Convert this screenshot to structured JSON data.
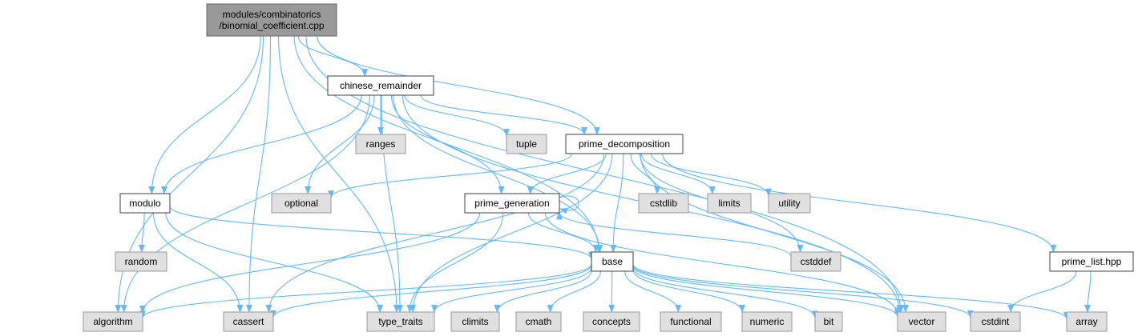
{
  "colors": {
    "root_fill": "#999999",
    "root_stroke": "#666666",
    "local_fill": "#ffffff",
    "local_stroke": "#404040",
    "system_fill": "#e0e0e0",
    "system_stroke": "#999999",
    "edge": "#63b8ff"
  },
  "nodes": [
    {
      "id": "root",
      "label_lines": [
        "modules/combinatorics",
        "/binomial_coefficient.cpp"
      ],
      "kind": "root"
    },
    {
      "id": "chinese_remainder",
      "label_lines": [
        "chinese_remainder"
      ],
      "kind": "local"
    },
    {
      "id": "prime_decomposition",
      "label_lines": [
        "prime_decomposition"
      ],
      "kind": "local"
    },
    {
      "id": "modulo",
      "label_lines": [
        "modulo"
      ],
      "kind": "local"
    },
    {
      "id": "prime_generation",
      "label_lines": [
        "prime_generation"
      ],
      "kind": "local"
    },
    {
      "id": "base",
      "label_lines": [
        "base"
      ],
      "kind": "local"
    },
    {
      "id": "prime_list",
      "label_lines": [
        "prime_list.hpp"
      ],
      "kind": "local"
    },
    {
      "id": "ranges",
      "label_lines": [
        "ranges"
      ],
      "kind": "system"
    },
    {
      "id": "tuple",
      "label_lines": [
        "tuple"
      ],
      "kind": "system"
    },
    {
      "id": "optional",
      "label_lines": [
        "optional"
      ],
      "kind": "system"
    },
    {
      "id": "cstdlib",
      "label_lines": [
        "cstdlib"
      ],
      "kind": "system"
    },
    {
      "id": "limits",
      "label_lines": [
        "limits"
      ],
      "kind": "system"
    },
    {
      "id": "utility",
      "label_lines": [
        "utility"
      ],
      "kind": "system"
    },
    {
      "id": "random",
      "label_lines": [
        "random"
      ],
      "kind": "system"
    },
    {
      "id": "cstddef",
      "label_lines": [
        "cstddef"
      ],
      "kind": "system"
    },
    {
      "id": "algorithm",
      "label_lines": [
        "algorithm"
      ],
      "kind": "system"
    },
    {
      "id": "cassert",
      "label_lines": [
        "cassert"
      ],
      "kind": "system"
    },
    {
      "id": "type_traits",
      "label_lines": [
        "type_traits"
      ],
      "kind": "system"
    },
    {
      "id": "climits",
      "label_lines": [
        "climits"
      ],
      "kind": "system"
    },
    {
      "id": "cmath",
      "label_lines": [
        "cmath"
      ],
      "kind": "system"
    },
    {
      "id": "concepts",
      "label_lines": [
        "concepts"
      ],
      "kind": "system"
    },
    {
      "id": "functional",
      "label_lines": [
        "functional"
      ],
      "kind": "system"
    },
    {
      "id": "numeric",
      "label_lines": [
        "numeric"
      ],
      "kind": "system"
    },
    {
      "id": "bit",
      "label_lines": [
        "bit"
      ],
      "kind": "system"
    },
    {
      "id": "vector",
      "label_lines": [
        "vector"
      ],
      "kind": "system"
    },
    {
      "id": "cstdint",
      "label_lines": [
        "cstdint"
      ],
      "kind": "system"
    },
    {
      "id": "array",
      "label_lines": [
        "array"
      ],
      "kind": "system"
    }
  ],
  "edges": [
    [
      "root",
      "chinese_remainder"
    ],
    [
      "root",
      "prime_decomposition"
    ],
    [
      "root",
      "modulo"
    ],
    [
      "root",
      "algorithm"
    ],
    [
      "root",
      "cassert"
    ],
    [
      "root",
      "type_traits"
    ],
    [
      "root",
      "vector"
    ],
    [
      "root",
      "base"
    ],
    [
      "chinese_remainder",
      "ranges"
    ],
    [
      "chinese_remainder",
      "tuple"
    ],
    [
      "chinese_remainder",
      "prime_decomposition"
    ],
    [
      "chinese_remainder",
      "optional"
    ],
    [
      "chinese_remainder",
      "prime_generation"
    ],
    [
      "chinese_remainder",
      "modulo"
    ],
    [
      "chinese_remainder",
      "base"
    ],
    [
      "chinese_remainder",
      "algorithm"
    ],
    [
      "chinese_remainder",
      "type_traits"
    ],
    [
      "chinese_remainder",
      "vector"
    ],
    [
      "prime_decomposition",
      "optional"
    ],
    [
      "prime_decomposition",
      "prime_generation"
    ],
    [
      "prime_decomposition",
      "base"
    ],
    [
      "prime_decomposition",
      "cstdlib"
    ],
    [
      "prime_decomposition",
      "limits"
    ],
    [
      "prime_decomposition",
      "utility"
    ],
    [
      "prime_decomposition",
      "cstddef"
    ],
    [
      "prime_decomposition",
      "vector"
    ],
    [
      "prime_decomposition",
      "prime_list"
    ],
    [
      "prime_decomposition",
      "cassert"
    ],
    [
      "prime_decomposition",
      "type_traits"
    ],
    [
      "modulo",
      "random"
    ],
    [
      "modulo",
      "base"
    ],
    [
      "modulo",
      "cassert"
    ],
    [
      "modulo",
      "type_traits"
    ],
    [
      "prime_generation",
      "prime_generation"
    ],
    [
      "prime_generation",
      "base"
    ],
    [
      "prime_generation",
      "algorithm"
    ],
    [
      "prime_generation",
      "type_traits"
    ],
    [
      "prime_generation",
      "vector"
    ],
    [
      "base",
      "algorithm"
    ],
    [
      "base",
      "cassert"
    ],
    [
      "base",
      "type_traits"
    ],
    [
      "base",
      "climits"
    ],
    [
      "base",
      "cmath"
    ],
    [
      "base",
      "concepts"
    ],
    [
      "base",
      "functional"
    ],
    [
      "base",
      "numeric"
    ],
    [
      "base",
      "bit"
    ],
    [
      "base",
      "vector"
    ],
    [
      "base",
      "cstdint"
    ],
    [
      "base",
      "array"
    ],
    [
      "cstddef",
      "prime_generation"
    ],
    [
      "prime_list",
      "cstdint"
    ],
    [
      "prime_list",
      "array"
    ]
  ]
}
